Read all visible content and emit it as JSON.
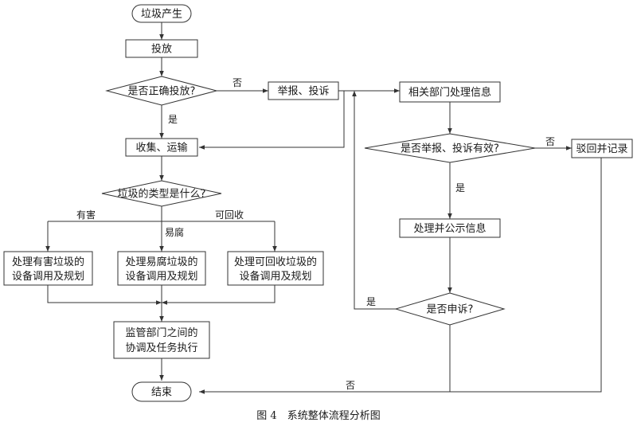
{
  "nodes": {
    "start": "垃圾产生",
    "dispose": "投放",
    "q_correct": "是否正确投放?",
    "report": "举报、投诉",
    "dept_handle": "相关部门处理信息",
    "collect": "收集、运输",
    "q_report_valid": "是否举报、投诉有效?",
    "reject": "驳回并记录",
    "q_type": "垃圾的类型是什么?",
    "publicize": "处理并公示信息",
    "hazard_l1": "处理有害垃圾的",
    "hazard_l2": "设备调用及规划",
    "perish_l1": "处理易腐垃圾的",
    "perish_l2": "设备调用及规划",
    "recycle_l1": "处理可回收垃圾的",
    "recycle_l2": "设备调用及规划",
    "q_appeal": "是否申诉?",
    "coord_l1": "监管部门之间的",
    "coord_l2": "协调及任务执行",
    "end": "结束"
  },
  "edge_labels": {
    "no_correct": "否",
    "yes_correct": "是",
    "no_valid": "否",
    "yes_valid": "是",
    "hazard": "有害",
    "perish": "易腐",
    "recycle": "可回收",
    "yes_appeal": "是",
    "no_appeal": "否"
  },
  "caption": "图 4　系统整体流程分析图"
}
